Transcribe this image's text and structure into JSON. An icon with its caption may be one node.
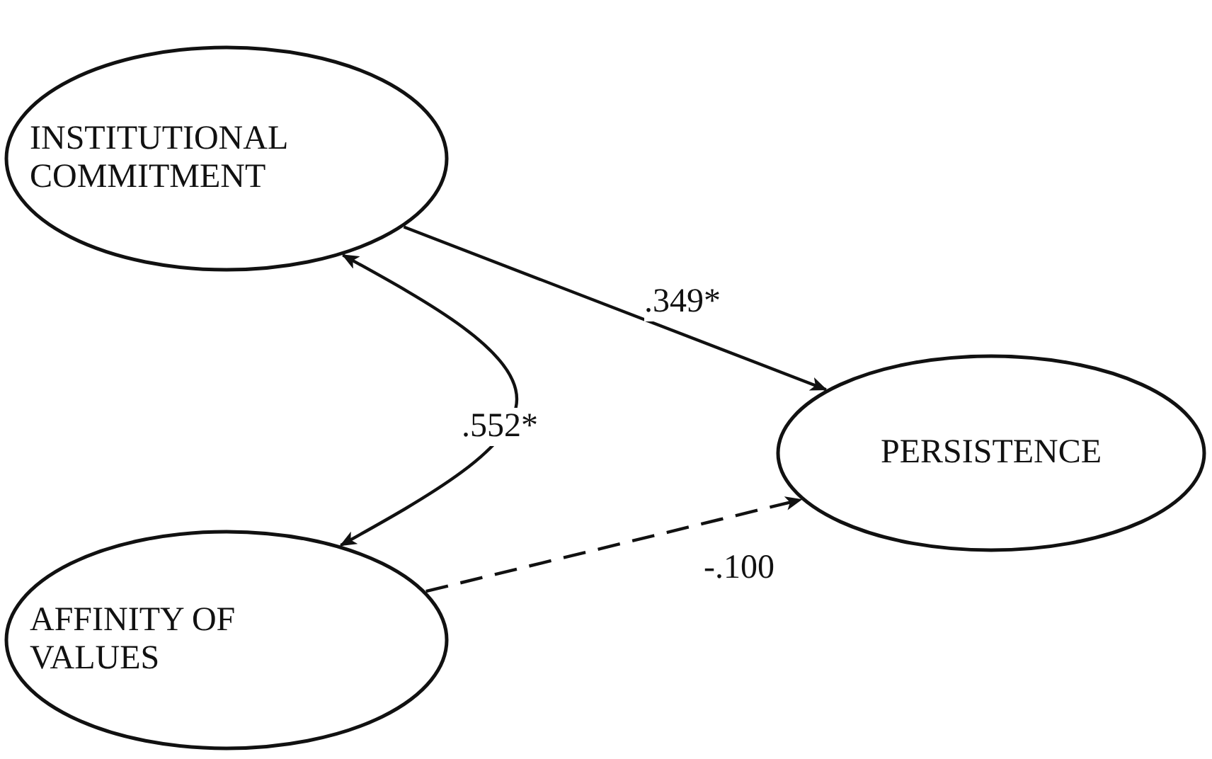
{
  "diagram": {
    "nodes": [
      {
        "text": [
          "INSTITUTIONAL COMMITMENT"
        ]
      },
      {
        "text": [
          "AFFINITY OF VALUES"
        ]
      },
      {
        "text": [
          "PERSISTENCE"
        ]
      }
    ],
    "edges": [
      {
        "from": 0,
        "to": 2,
        "arrow": "to",
        "label": ".349*"
      },
      {
        "from": 0,
        "to": 1,
        "arrow": "both",
        "label": ".552*"
      },
      {
        "from": 1,
        "to": 2,
        "arrow": "to",
        "label": "-.100",
        "style": "dashed"
      }
    ]
  }
}
